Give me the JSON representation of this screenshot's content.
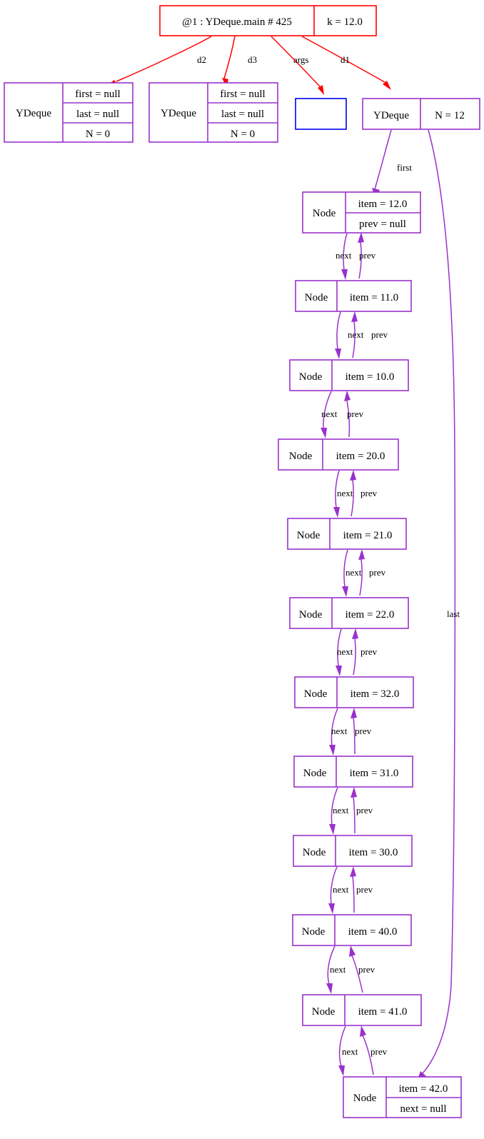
{
  "title": "YDeque object diagram",
  "colors": {
    "frame": "#ff0000",
    "object": "#9932cc",
    "array": "#0000ee",
    "text": "#000000",
    "background": "#ffffff"
  },
  "frame": {
    "name": "frame-box",
    "call": "@1 : YDeque.main # 425",
    "local": "k = 12.0",
    "edges": [
      {
        "label": "d2",
        "target": "ydeque-empty-1"
      },
      {
        "label": "d3",
        "target": "ydeque-empty-2"
      },
      {
        "label": "args",
        "target": "args-array"
      },
      {
        "label": "d1",
        "target": "ydeque-main"
      }
    ]
  },
  "objects": {
    "ydeque_empty_1": {
      "type": "YDeque",
      "fields": [
        "first = null",
        "last = null",
        "N = 0"
      ]
    },
    "ydeque_empty_2": {
      "type": "YDeque",
      "fields": [
        "first = null",
        "last = null",
        "N = 0"
      ]
    },
    "args_array": {
      "type": "",
      "fields": []
    },
    "ydeque_main": {
      "type": "YDeque",
      "fields": [
        "N = 12"
      ],
      "edges": [
        {
          "label": "first",
          "target": "node-0"
        },
        {
          "label": "last",
          "target": "node-11"
        }
      ]
    }
  },
  "link_labels": {
    "next": "next",
    "prev": "prev"
  },
  "nodes": [
    {
      "type": "Node",
      "fields": [
        "item = 12.0",
        "prev = null"
      ]
    },
    {
      "type": "Node",
      "fields": [
        "item = 11.0"
      ]
    },
    {
      "type": "Node",
      "fields": [
        "item = 10.0"
      ]
    },
    {
      "type": "Node",
      "fields": [
        "item = 20.0"
      ]
    },
    {
      "type": "Node",
      "fields": [
        "item = 21.0"
      ]
    },
    {
      "type": "Node",
      "fields": [
        "item = 22.0"
      ]
    },
    {
      "type": "Node",
      "fields": [
        "item = 32.0"
      ]
    },
    {
      "type": "Node",
      "fields": [
        "item = 31.0"
      ]
    },
    {
      "type": "Node",
      "fields": [
        "item = 30.0"
      ]
    },
    {
      "type": "Node",
      "fields": [
        "item = 40.0"
      ]
    },
    {
      "type": "Node",
      "fields": [
        "item = 41.0"
      ]
    },
    {
      "type": "Node",
      "fields": [
        "item = 42.0",
        "next = null"
      ]
    }
  ]
}
